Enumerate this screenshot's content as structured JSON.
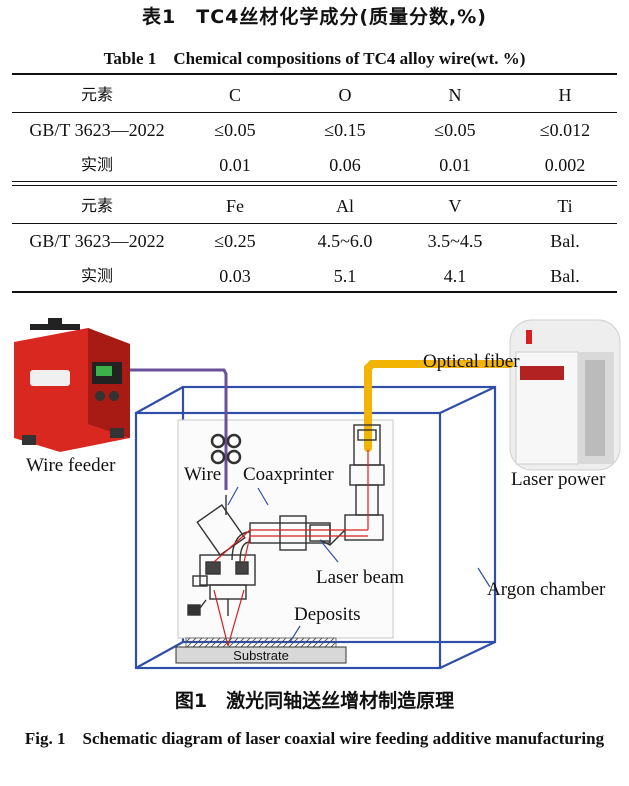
{
  "table": {
    "title_zh": "表1　TC4丝材化学成分(质量分数,%)",
    "title_en": "Table 1　Chemical compositions of TC4 alloy wire(wt. %)",
    "blocks": [
      {
        "header": [
          "元素",
          "C",
          "O",
          "N",
          "H"
        ],
        "rows": [
          [
            "GB/T 3623—2022",
            "≤0.05",
            "≤0.15",
            "≤0.05",
            "≤0.012"
          ],
          [
            "实测",
            "0.01",
            "0.06",
            "0.01",
            "0.002"
          ]
        ]
      },
      {
        "header": [
          "元素",
          "Fe",
          "Al",
          "V",
          "Ti"
        ],
        "rows": [
          [
            "GB/T 3623—2022",
            "≤0.25",
            "4.5~6.0",
            "3.5~4.5",
            "Bal."
          ],
          [
            "实测",
            "0.03",
            "5.1",
            "4.1",
            "Bal."
          ]
        ]
      }
    ]
  },
  "figure": {
    "labels": {
      "optical_fiber": "Optical fiber",
      "wire_feeder": "Wire feeder",
      "wire": "Wire",
      "coaxprinter": "Coaxprinter",
      "laser_power": "Laser power",
      "laser_beam": "Laser beam",
      "argon_chamber": "Argon chamber",
      "deposits": "Deposits",
      "substrate": "Substrate"
    },
    "colors": {
      "chamber": "#2f4fa8",
      "fiber": "#f2b400",
      "wire_cable": "#6a4f9a",
      "laser": "#d42020",
      "feeder_body": "#d8281f"
    }
  },
  "caption": {
    "zh": "图1　激光同轴送丝增材制造原理",
    "en": "Fig. 1　Schematic diagram of laser coaxial wire feeding additive manufacturing"
  }
}
